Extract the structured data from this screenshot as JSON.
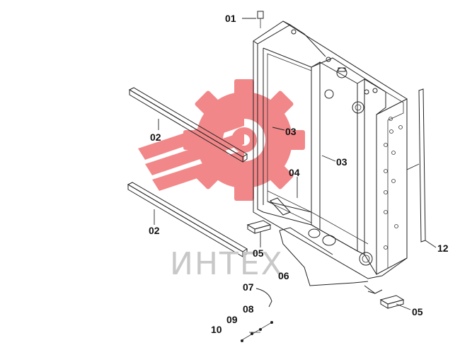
{
  "watermark": {
    "text": "ИНТЕХ",
    "color": "#e8262a"
  },
  "callouts": {
    "c01": "01",
    "c02a": "02",
    "c02b": "02",
    "c03a": "03",
    "c03b": "03",
    "c04": "04",
    "c05a": "05",
    "c05b": "05",
    "c06": "06",
    "c07": "07",
    "c08": "08",
    "c09": "09",
    "c10": "10",
    "c12": "12"
  }
}
